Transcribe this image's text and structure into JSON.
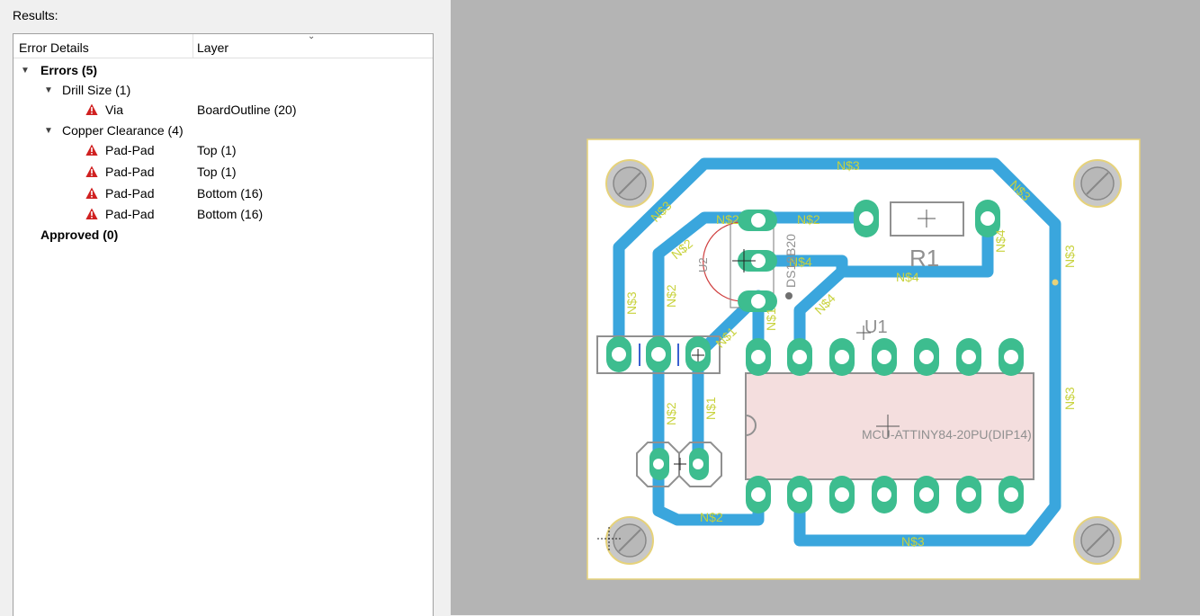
{
  "results_label": "Results:",
  "columns": {
    "error_details": "Error Details",
    "layer": "Layer"
  },
  "tree": {
    "errors_label": "Errors (5)",
    "groups": [
      {
        "label": "Drill Size (1)",
        "items": [
          {
            "type": "Via",
            "layer": "BoardOutline (20)"
          }
        ]
      },
      {
        "label": "Copper Clearance (4)",
        "items": [
          {
            "type": "Pad-Pad",
            "layer": "Top (1)"
          },
          {
            "type": "Pad-Pad",
            "layer": "Top (1)"
          },
          {
            "type": "Pad-Pad",
            "layer": "Bottom (16)"
          },
          {
            "type": "Pad-Pad",
            "layer": "Bottom (16)"
          }
        ]
      }
    ],
    "approved_label": "Approved (0)"
  },
  "board": {
    "net_labels": {
      "n1": "N$1",
      "n2": "N$2",
      "n3": "N$3",
      "n4": "N$4"
    },
    "components": {
      "r1": "R1",
      "u1": "U1",
      "u2": "U2",
      "sensor": "DS18B20",
      "mcu": "MCU-ATTINY84-20PU(DIP14)"
    }
  },
  "colors": {
    "trace": "#3aa6dd",
    "pad": "#3dbd8f",
    "net_label": "#c8d23c",
    "error_icon": "#d02020",
    "board_bg": "#b4b4b4"
  }
}
